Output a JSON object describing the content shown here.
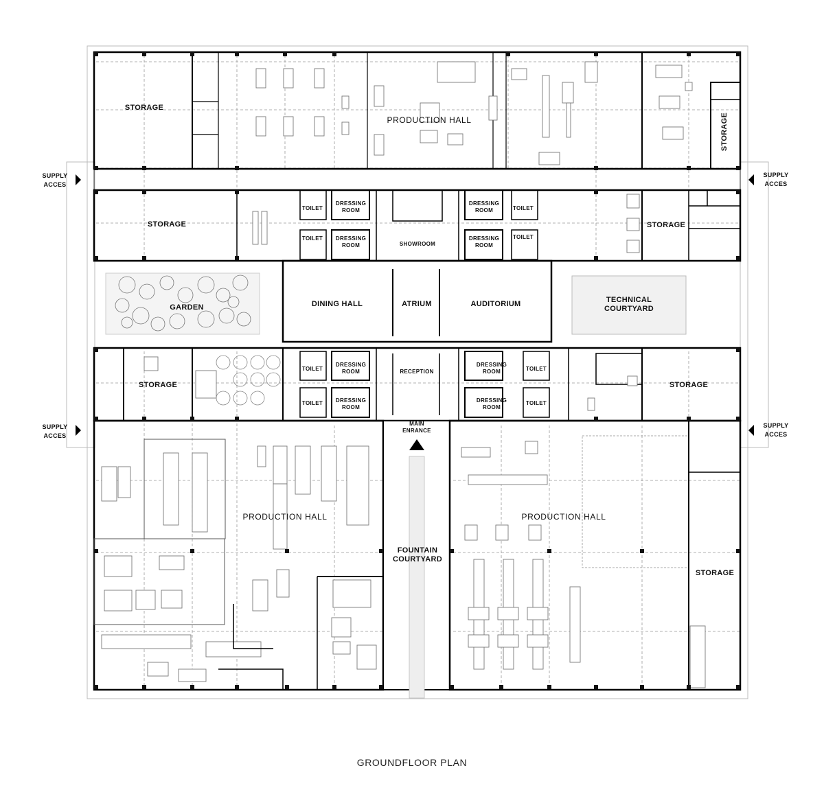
{
  "caption": "GROUNDFLOOR PLAN",
  "rooms": {
    "storage_nw": "STORAGE",
    "production_hall_north": "PRODUCTION HALL",
    "storage_ne_vertical": "STORAGE",
    "storage_w2": "STORAGE",
    "storage_e2": "STORAGE",
    "toilet_1": "TOILET",
    "toilet_2": "TOILET",
    "toilet_3": "TOILET",
    "toilet_4": "TOILET",
    "toilet_5": "TOILET",
    "toilet_6": "TOILET",
    "toilet_7": "TOILET",
    "toilet_8": "TOILET",
    "dressing_1": "DRESSING",
    "dressing_2": "DRESSING",
    "dressing_3": "DRESSING",
    "dressing_4": "DRESSING",
    "dressing_5": "DRESSING",
    "dressing_6": "DRESSING",
    "dressing_7": "DRESSING",
    "dressing_8": "DRESSING",
    "room_word": "ROOM",
    "showroom": "SHOWROOM",
    "garden": "GARDEN",
    "dining_hall": "DINING HALL",
    "atrium": "ATRIUM",
    "auditorium": "AUDITORIUM",
    "technical_courtyard_1": "TECHNICAL",
    "technical_courtyard_2": "COURTYARD",
    "storage_sw": "STORAGE",
    "reception": "RECEPTION",
    "storage_se": "STORAGE",
    "main_entrance_1": "MAIN",
    "main_entrance_2": "ENRANCE",
    "production_hall_sw": "PRODUCTION HALL",
    "production_hall_se": "PRODUCTION HALL",
    "fountain_courtyard_1": "FOUNTAIN",
    "fountain_courtyard_2": "COURTYARD",
    "storage_e_low": "STORAGE"
  },
  "supply": {
    "line1": "SUPPLY",
    "line2": "ACCES"
  },
  "icons": [
    "entrance-arrow-icon",
    "supply-arrow-icon",
    "tree-icon",
    "column-icon"
  ]
}
